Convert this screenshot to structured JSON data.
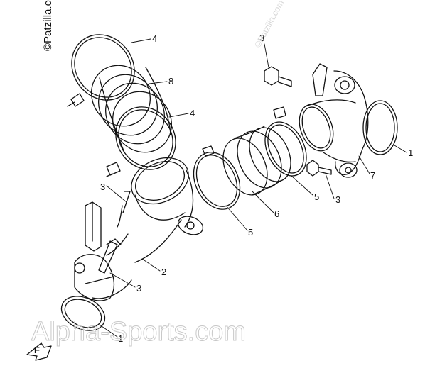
{
  "watermarks": {
    "copyright_main": "©Patzilla.com",
    "copyright_faint": "©Patzilla.com",
    "site": "Alpha-Sports.com"
  },
  "callouts": [
    {
      "id": "c1",
      "label": "4"
    },
    {
      "id": "c2",
      "label": "8"
    },
    {
      "id": "c3",
      "label": "4"
    },
    {
      "id": "c4",
      "label": "3"
    },
    {
      "id": "c5",
      "label": "1"
    },
    {
      "id": "c6",
      "label": "7"
    },
    {
      "id": "c7",
      "label": "3"
    },
    {
      "id": "c8",
      "label": "5"
    },
    {
      "id": "c9",
      "label": "6"
    },
    {
      "id": "c10",
      "label": "5"
    },
    {
      "id": "c11",
      "label": "3"
    },
    {
      "id": "c12",
      "label": "2"
    },
    {
      "id": "c13",
      "label": "3"
    },
    {
      "id": "c14",
      "label": "1"
    }
  ],
  "front_indicator": {
    "label": "F"
  }
}
